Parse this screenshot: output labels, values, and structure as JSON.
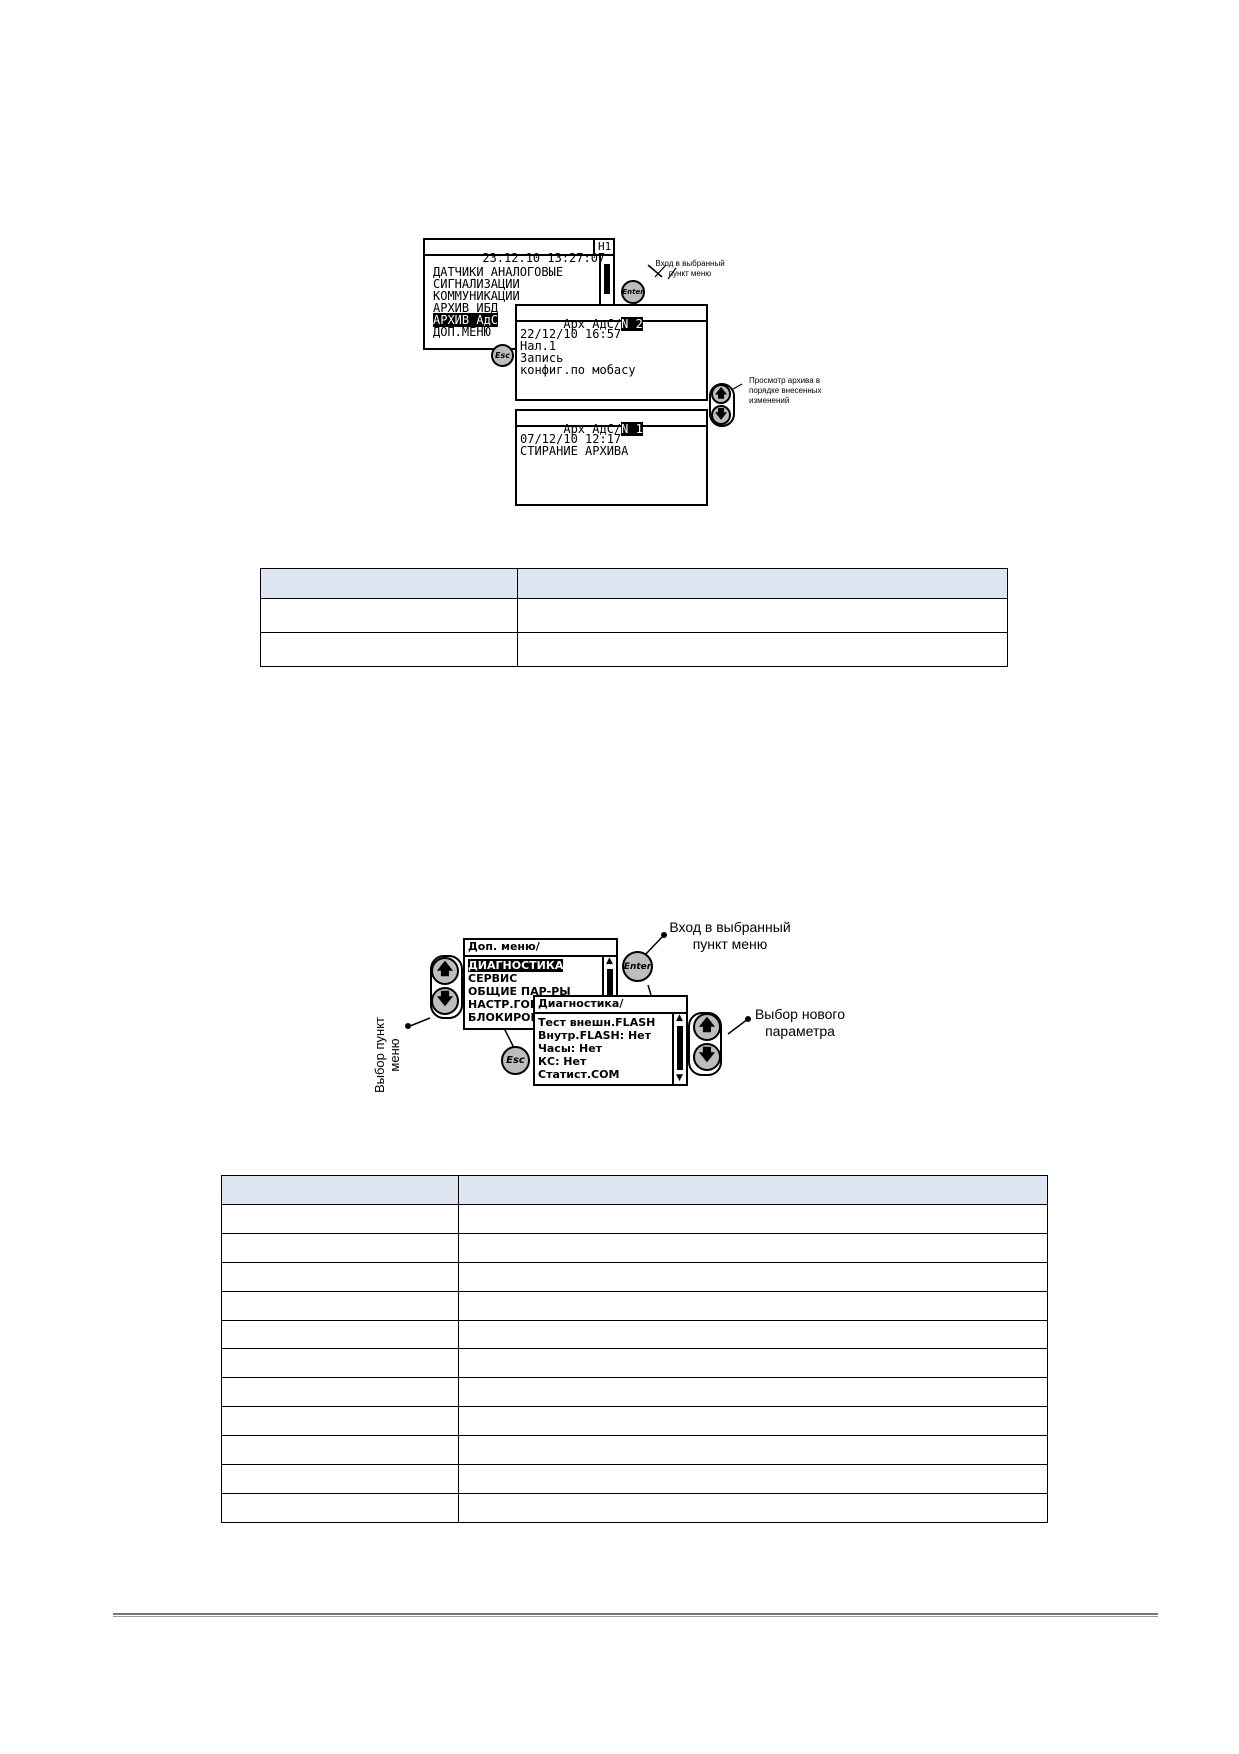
{
  "figure1": {
    "main_screen": {
      "header_datetime": "23.12.10 13:27:07",
      "header_tag": "Н1",
      "items": [
        "ДАТЧИКИ АНАЛОГОВЫЕ",
        "СИГНАЛИЗАЦИИ",
        "КОММУНИКАЦИИ",
        "АРХИВ ИБД",
        "АРХИВ АдС",
        "ДОП.МЕНЮ"
      ],
      "selected_index": 4
    },
    "archive_screen_1": {
      "title": "Арх АдС/",
      "record_no": "N 2",
      "lines": [
        "22/12/10 16:57",
        "Нал.1",
        "Запись",
        "конфиг.по мобасу"
      ]
    },
    "archive_screen_2": {
      "title": "Арх АдС/",
      "record_no": "N 1",
      "lines": [
        "07/12/10 12:17",
        "СТИРАНИЕ АРХИВА"
      ]
    },
    "buttons": {
      "enter": "Enter",
      "esc": "Esc"
    },
    "notes": {
      "enter_note": "Вход в выбранный пункт меню",
      "browse_note": "Просмотр архива в порядке внесенных изменений"
    }
  },
  "table1": {
    "rows": [
      [
        "",
        ""
      ],
      [
        "",
        ""
      ],
      [
        "",
        ""
      ]
    ]
  },
  "figure2": {
    "menu_screen": {
      "title": "Доп. меню/",
      "items": [
        "ДИАГНОСТИКА",
        "СЕРВИС",
        "ОБЩИЕ ПАР-РЫ",
        "НАСТР.ГОРЕЛ",
        "БЛОКИРОВКИ"
      ],
      "selected_index": 0
    },
    "diag_screen": {
      "title": "Диагностика/",
      "items": [
        "Тест внешн.FLASH",
        "Внутр.FLASH: Нет",
        "Часы: Нет",
        "КС: Нет",
        "Статист.COM"
      ]
    },
    "buttons": {
      "enter": "Enter",
      "esc": "Esc"
    },
    "notes": {
      "select_item": "Выбор пункт меню",
      "enter_note_1": "Вход в выбранный",
      "enter_note_2": "пункт меню",
      "new_param_1": "Выбор нового",
      "new_param_2": "параметра"
    }
  },
  "table2": {
    "row_count": 12
  },
  "colors": {
    "table_header": "#dde5f0",
    "button_fill": "#bdbdbd"
  }
}
